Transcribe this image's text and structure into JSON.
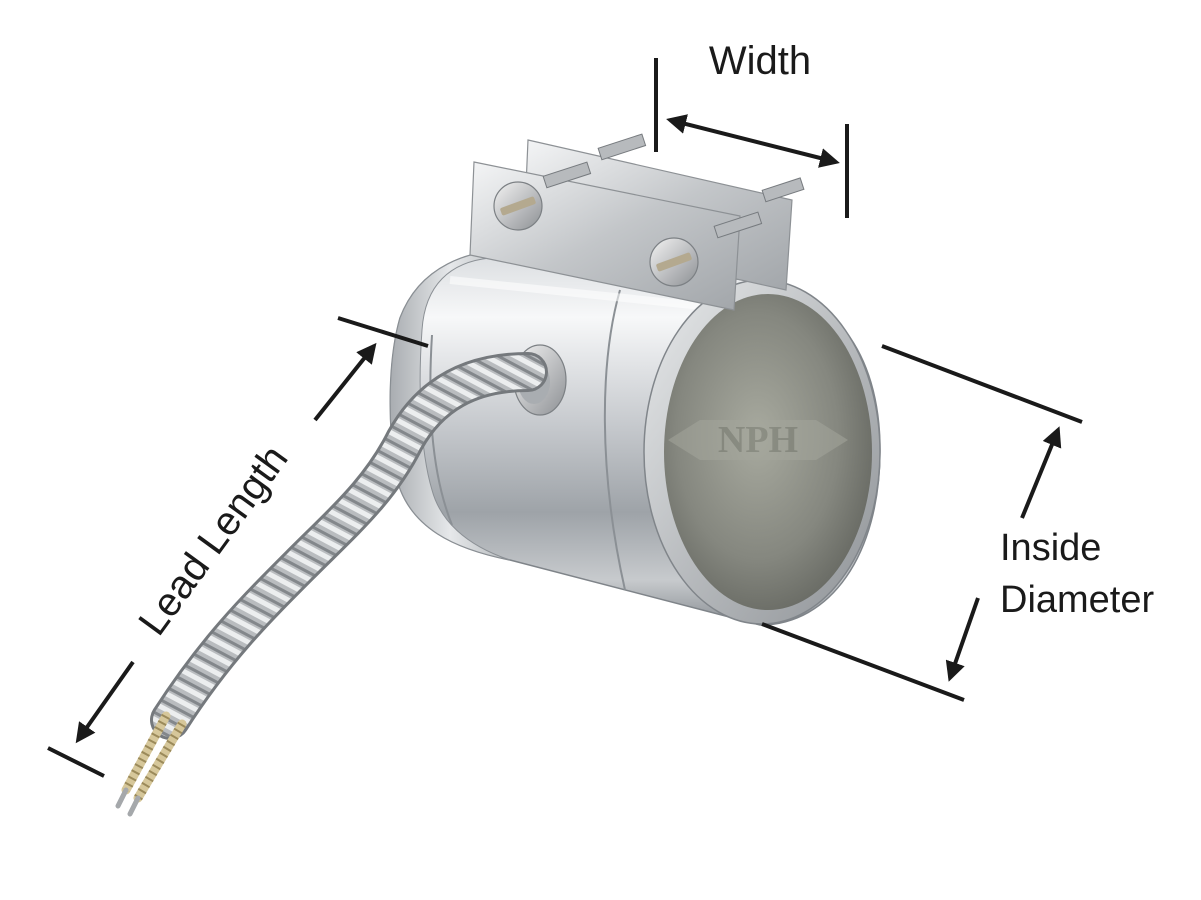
{
  "diagram": {
    "labels": {
      "width": "Width",
      "lead_length": "Lead Length",
      "inside_line1": "Inside",
      "inside_line2": "Diameter"
    },
    "logo": "NPH",
    "colors": {
      "ink": "#1a1a1a",
      "steel_light": "#f2f3f4",
      "steel_mid": "#c4c7ca",
      "steel_dark": "#7e8388",
      "inner_dark": "#6d6f69",
      "insulation": "#d6c79a"
    }
  }
}
